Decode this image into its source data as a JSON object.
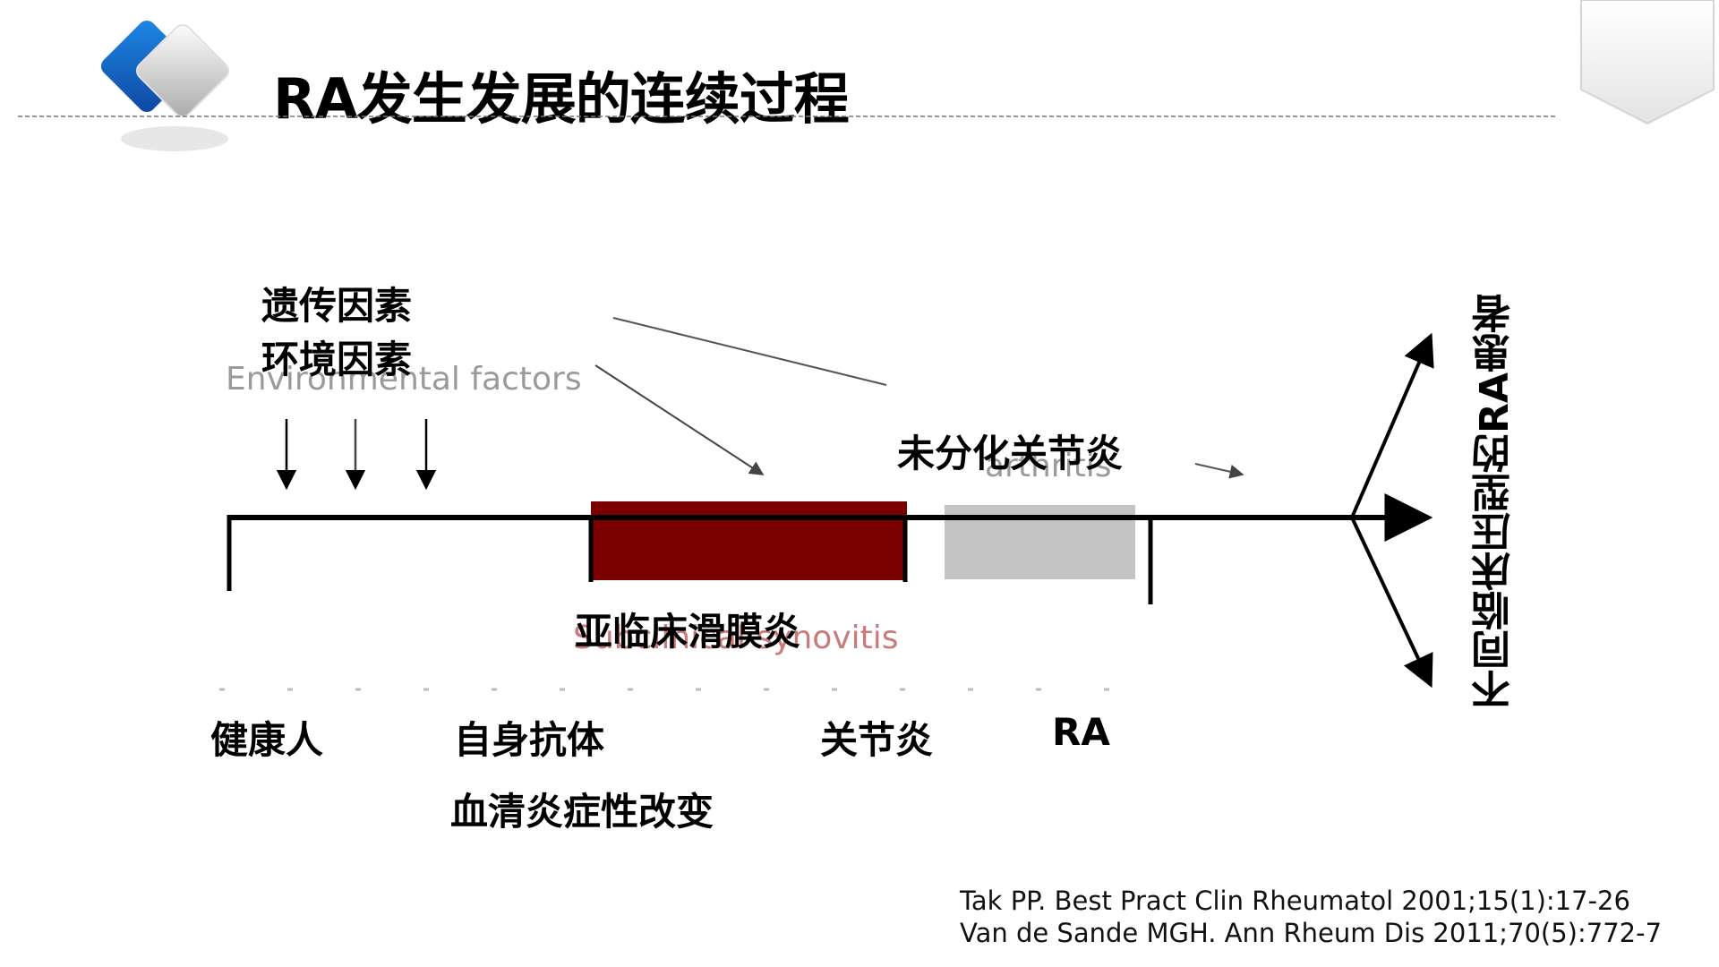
{
  "title": "RA发生发展的连续过程",
  "risk_factors": {
    "genetic": "遗传因素",
    "environmental": "环境因素",
    "environmental_en": "Environmental factors"
  },
  "undifferentiated": {
    "cn": "未分化关节炎",
    "en": "arthritis"
  },
  "subclinical": {
    "cn": "亚临床滑膜炎",
    "en": "Subclinical synovitis"
  },
  "stages": {
    "healthy": "健康人",
    "autoantibody": "自身抗体",
    "serum_change": "血清炎症性改变",
    "arthritis": "关节炎",
    "ra": "RA"
  },
  "outcome": "不同临床压型的RA患者",
  "references": [
    "Tak PP. Best Pract Clin Rheumatol 2001;15(1):17-26",
    "Van de Sande MGH. Ann Rheum Dis 2011;70(5):772-7"
  ],
  "colors": {
    "subclinical_box": "#7b0000",
    "undifferentiated_box": "#c4c4c4",
    "logo_blue": "#1565c0"
  }
}
